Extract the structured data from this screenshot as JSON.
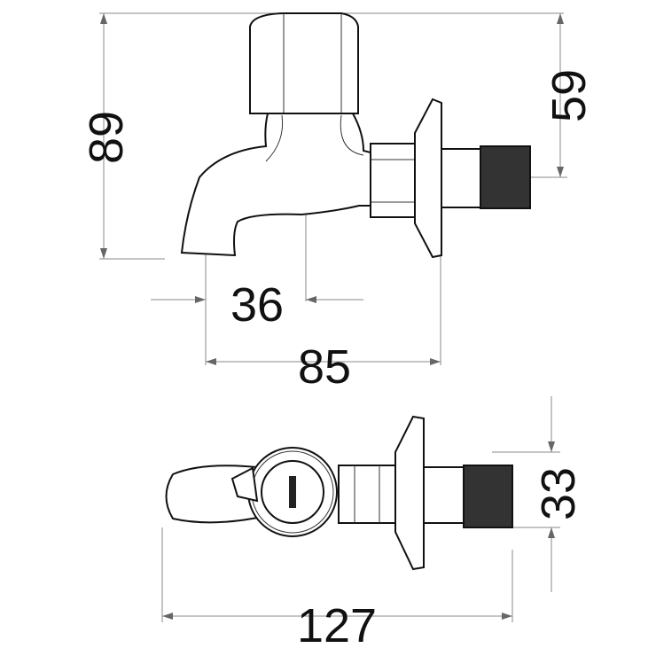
{
  "dimensions": {
    "side_height": "89",
    "handle_to_outlet_height": "59",
    "spout_offset": "36",
    "side_length": "85",
    "top_width": "33",
    "overall_length": "127"
  },
  "colors": {
    "line": "#111111",
    "dimension": "#888888"
  }
}
